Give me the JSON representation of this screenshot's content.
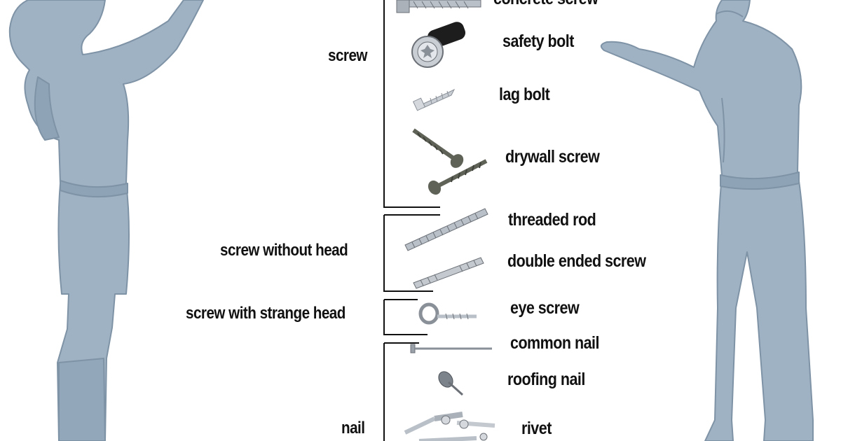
{
  "categories": {
    "screw": "screw",
    "screw_without_head": "screw without head",
    "screw_with_strange_head": "screw with strange head",
    "nail": "nail"
  },
  "parts": {
    "concrete_screw": "concrete screw",
    "safety_bolt": "safety bolt",
    "lag_bolt": "lag bolt",
    "drywall_screw": "drywall screw",
    "threaded_rod": "threaded rod",
    "double_ended_screw": "double ended screw",
    "eye_screw": "eye screw",
    "common_nail": "common nail",
    "roofing_nail": "roofing nail",
    "rivet": "rivet"
  },
  "colors": {
    "figure_fill": "#9fb2c4",
    "figure_stroke": "#7f93a6",
    "bracket": "#111111",
    "metal": "#b9c0c8",
    "metal_dark": "#6c7178",
    "drywall": "#5f6257",
    "bolt_black": "#1d1d1d"
  }
}
